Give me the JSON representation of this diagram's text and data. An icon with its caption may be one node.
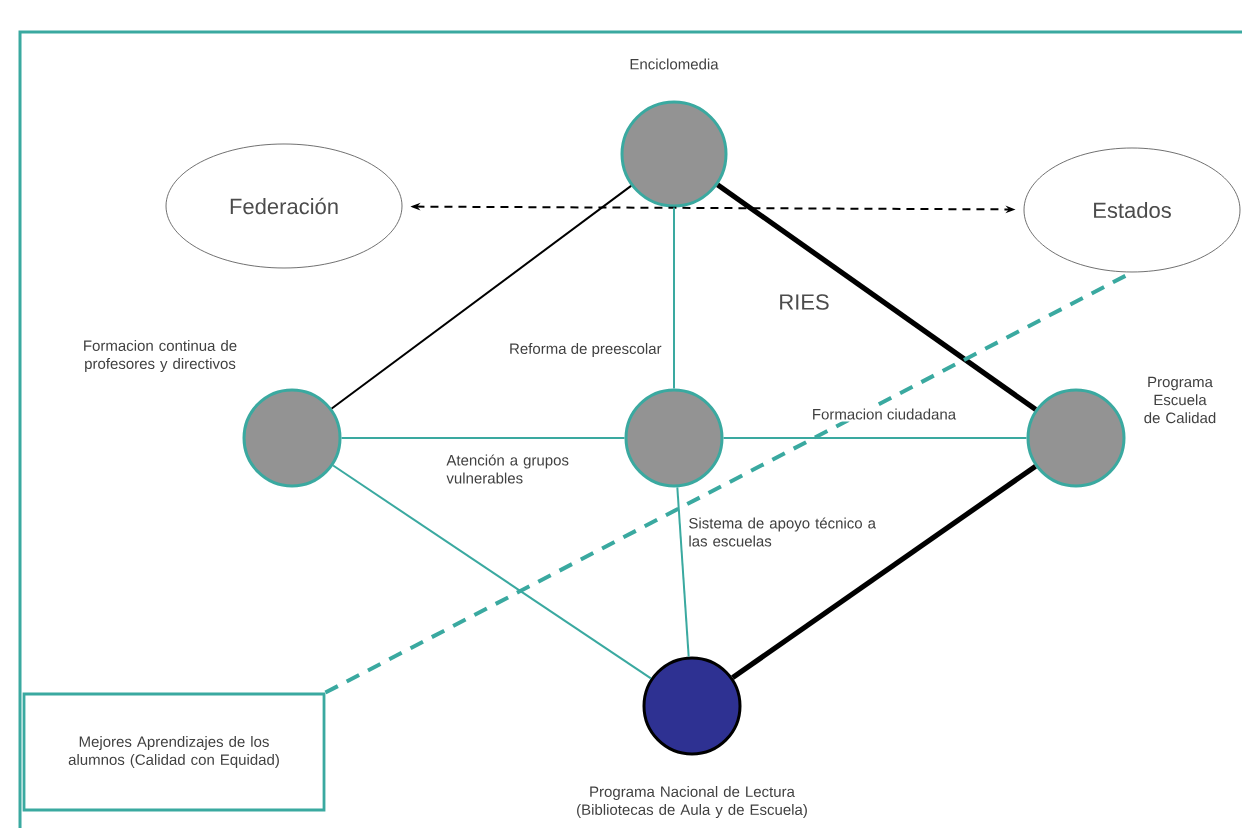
{
  "diagram": {
    "nodes": [
      {
        "text": [
          "Federación"
        ]
      },
      {
        "text": [
          "Estados"
        ]
      },
      {
        "text": [
          "Enciclomedia"
        ]
      },
      {
        "text": [
          "Formacion continua de profesores y directivos"
        ]
      },
      {
        "text": [],
        "shape": "circle"
      },
      {
        "text": [
          "Programa Escuela de Calidad"
        ]
      },
      {
        "text": [
          "Programa Nacional de Lectura (Bibliotecas de Aula y de Escuela)"
        ]
      },
      {
        "text": [
          "Mejores Aprendizajes de los alumnos (Calidad con Equidad)"
        ]
      }
    ],
    "edges": [
      {
        "from": 0,
        "to": 1,
        "arrow": "both",
        "style": "dashed",
        "color": "#000000"
      },
      {
        "from": 2,
        "to": 3,
        "arrow": "none",
        "color": "#000000"
      },
      {
        "from": 2,
        "to": 5,
        "arrow": "none",
        "style": "thick",
        "color": "#000000"
      },
      {
        "from": 2,
        "to": 4,
        "arrow": "none",
        "label": "Reforma de preescolar"
      },
      {
        "from": 3,
        "to": 4,
        "arrow": "none",
        "label": "Atención a grupos vulnerables"
      },
      {
        "from": 4,
        "to": 5,
        "arrow": "none",
        "label": "Formacion ciudadana"
      },
      {
        "from": 3,
        "to": 6,
        "arrow": "none"
      },
      {
        "from": 4,
        "to": 6,
        "arrow": "none",
        "label": "Sistema de apoyo técnico a las escuelas"
      },
      {
        "from": 6,
        "to": 5,
        "arrow": "none",
        "style": "thick",
        "color": "#000000"
      },
      {
        "from": 7,
        "to": 1,
        "arrow": "none",
        "style": "dashed"
      }
    ],
    "labels": [
      "RIES"
    ]
  }
}
